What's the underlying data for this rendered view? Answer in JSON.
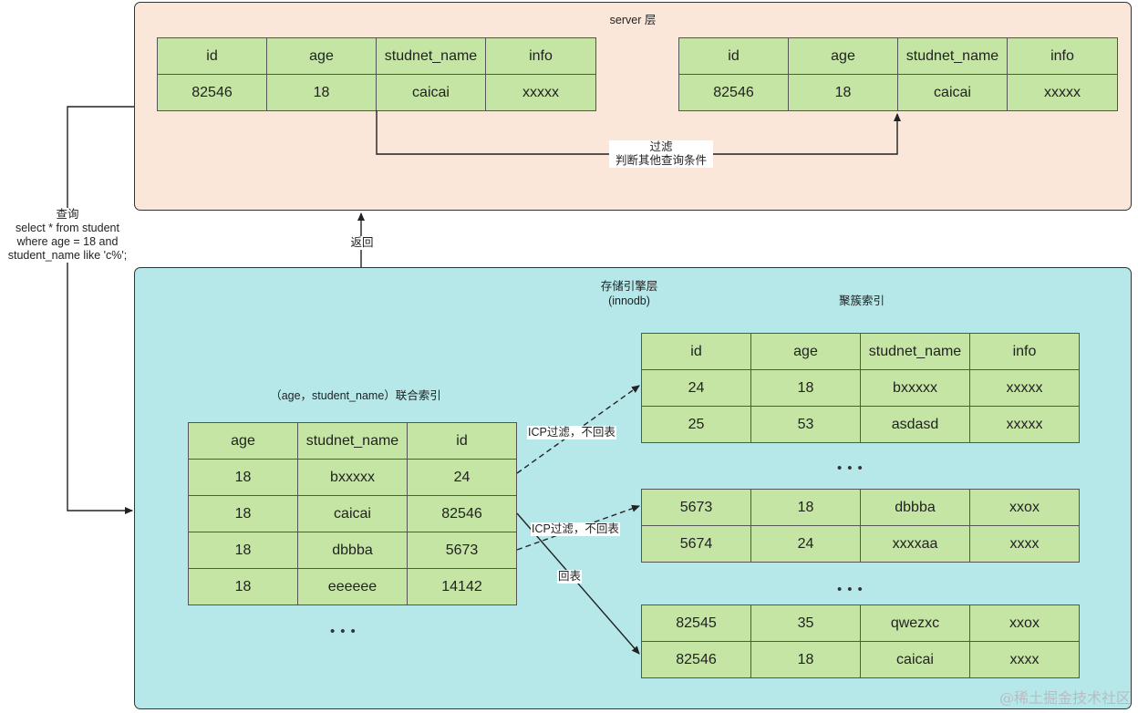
{
  "server_layer": {
    "title": "server 层",
    "table_left": {
      "headers": [
        "id",
        "age",
        "studnet_name",
        "info"
      ],
      "rows": [
        [
          "82546",
          "18",
          "caicai",
          "xxxxx"
        ]
      ]
    },
    "table_right": {
      "headers": [
        "id",
        "age",
        "studnet_name",
        "info"
      ],
      "rows": [
        [
          "82546",
          "18",
          "caicai",
          "xxxxx"
        ]
      ]
    },
    "filter_label_line1": "过滤",
    "filter_label_line2": "判断其他查询条件"
  },
  "query_label": {
    "line1": "查询",
    "line2": "select * from student",
    "line3": "where age = 18 and",
    "line4": "student_name like 'c%';"
  },
  "return_label": "返回",
  "storage_layer": {
    "title_line1": "存储引擎层",
    "title_line2": "(innodb)",
    "clustered_index_title": "聚簇索引",
    "composite_index_title": "（age，student_name）联合索引",
    "composite_table": {
      "headers": [
        "age",
        "studnet_name",
        "id"
      ],
      "rows": [
        [
          "18",
          "bxxxxx",
          "24"
        ],
        [
          "18",
          "caicai",
          "82546"
        ],
        [
          "18",
          "dbbba",
          "5673"
        ],
        [
          "18",
          "eeeeee",
          "14142"
        ]
      ]
    },
    "clustered_table_1": {
      "headers": [
        "id",
        "age",
        "studnet_name",
        "info"
      ],
      "rows": [
        [
          "24",
          "18",
          "bxxxxx",
          "xxxxx"
        ],
        [
          "25",
          "53",
          "asdasd",
          "xxxxx"
        ]
      ]
    },
    "clustered_table_2": {
      "rows": [
        [
          "5673",
          "18",
          "dbbba",
          "xxox"
        ],
        [
          "5674",
          "24",
          "xxxxaa",
          "xxxx"
        ]
      ]
    },
    "clustered_table_3": {
      "rows": [
        [
          "82545",
          "35",
          "qwezxc",
          "xxox"
        ],
        [
          "82546",
          "18",
          "caicai",
          "xxxx"
        ]
      ]
    },
    "ellipsis": "•••",
    "icp_label_1": "ICP过滤，不回表",
    "icp_label_2": "ICP过滤，不回表",
    "back_to_table_label": "回表"
  },
  "watermark": "@稀土掘金技术社区",
  "colors": {
    "server_bg": "#fbe7d9",
    "storage_bg": "#b6e8ea",
    "cell_bg": "#c5e5a5",
    "border": "#333333"
  }
}
